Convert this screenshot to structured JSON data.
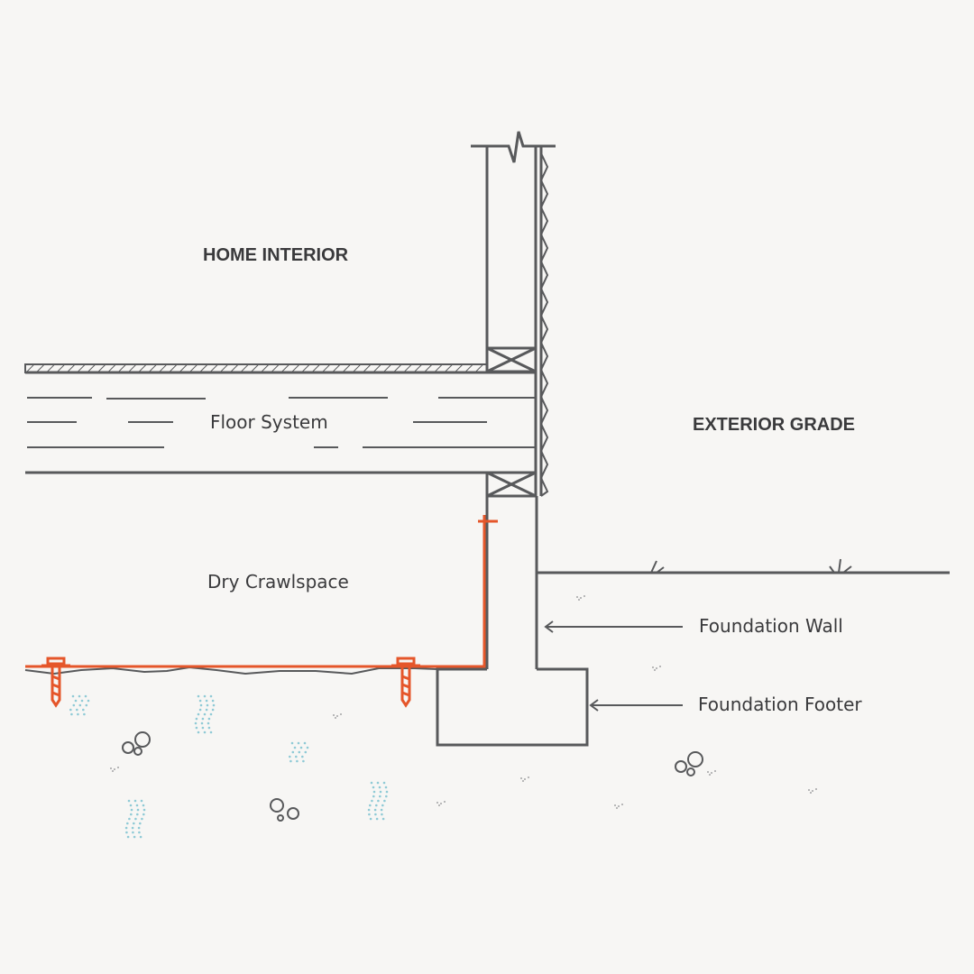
{
  "labels": {
    "home_interior": "HOME INTERIOR",
    "exterior_grade": "EXTERIOR GRADE",
    "floor_system": "Floor System",
    "dry_crawlspace": "Dry Crawlspace",
    "foundation_wall": "Foundation Wall",
    "foundation_footer": "Foundation Footer"
  },
  "colors": {
    "line": "#58595b",
    "vapor_barrier": "#e5562a",
    "moisture": "#8fcad6",
    "background": "#f7f6f4"
  }
}
